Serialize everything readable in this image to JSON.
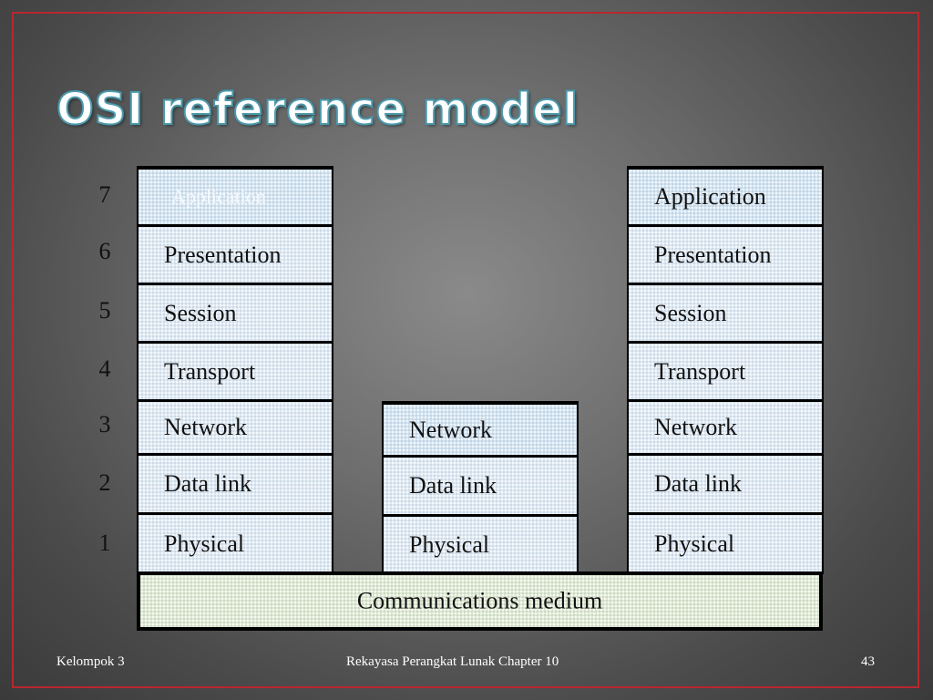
{
  "slide": {
    "title": "OSI reference model",
    "layer_numbers": [
      "7",
      "6",
      "5",
      "4",
      "3",
      "2",
      "1"
    ],
    "left_stack": [
      "Application",
      "Presentation",
      "Session",
      "Transport",
      "Network",
      "Data link",
      "Physical"
    ],
    "middle_stack": [
      "Network",
      "Data link",
      "Physical"
    ],
    "right_stack": [
      "Application",
      "Presentation",
      "Session",
      "Transport",
      "Network",
      "Data link",
      "Physical"
    ],
    "medium": "Communications medium"
  },
  "footer": {
    "left": "Kelompok 3",
    "center": "Rekayasa Perangkat Lunak Chapter 10",
    "page": "43"
  }
}
